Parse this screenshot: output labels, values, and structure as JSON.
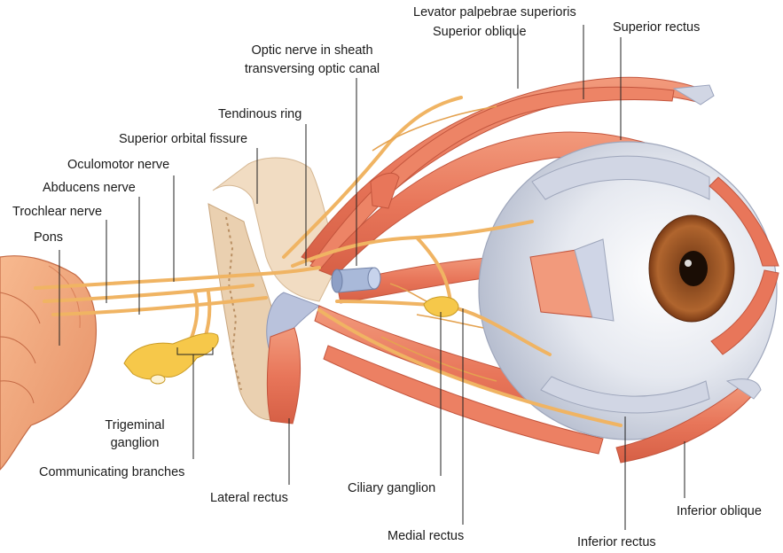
{
  "labels": {
    "levator": "Levator palpebrae superioris",
    "superior_oblique": "Superior oblique",
    "superior_rectus": "Superior rectus",
    "optic_nerve_line1": "Optic nerve in sheath",
    "optic_nerve_line2": "transversing optic canal",
    "tendinous_ring": "Tendinous ring",
    "superior_orbital_fissure": "Superior orbital fissure",
    "oculomotor_nerve": "Oculomotor nerve",
    "abducens_nerve": "Abducens nerve",
    "trochlear_nerve": "Trochlear nerve",
    "pons": "Pons",
    "trigeminal_line1": "Trigeminal",
    "trigeminal_line2": "ganglion",
    "communicating_branches": "Communicating branches",
    "lateral_rectus": "Lateral rectus",
    "ciliary_ganglion": "Ciliary ganglion",
    "medial_rectus": "Medial rectus",
    "inferior_rectus": "Inferior rectus",
    "inferior_oblique": "Inferior oblique"
  },
  "colors": {
    "muscle": "#e8765a",
    "muscle_light": "#f3a285",
    "tendon": "#c9cfe0",
    "nerve": "#f0b463",
    "ganglion": "#f6c84a",
    "eyeball": "#eceef3",
    "iris": "#9a4f22",
    "bone": "#f1dcc2"
  }
}
